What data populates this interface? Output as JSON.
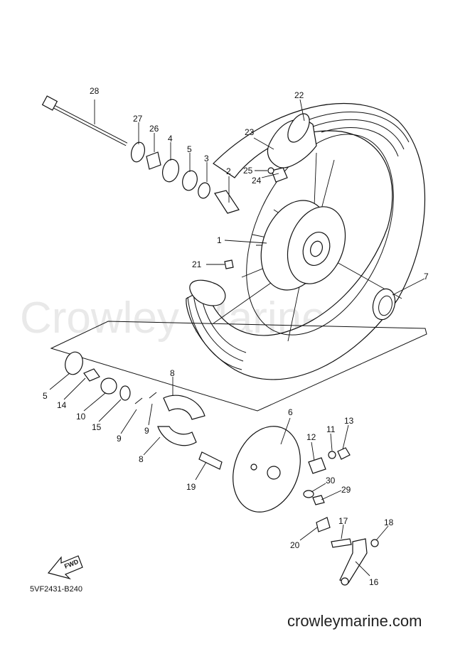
{
  "watermark": "Crowley Marine",
  "diagram_code": "5VF2431-B240",
  "site": "crowleymarine.com",
  "fwd_label": "FWD",
  "labels": [
    {
      "id": "28",
      "text": "28"
    },
    {
      "id": "27",
      "text": "27"
    },
    {
      "id": "26",
      "text": "26"
    },
    {
      "id": "4",
      "text": "4"
    },
    {
      "id": "5a",
      "text": "5"
    },
    {
      "id": "3",
      "text": "3"
    },
    {
      "id": "2",
      "text": "2"
    },
    {
      "id": "22",
      "text": "22"
    },
    {
      "id": "23",
      "text": "23"
    },
    {
      "id": "25",
      "text": "25"
    },
    {
      "id": "24",
      "text": "24"
    },
    {
      "id": "1",
      "text": "1"
    },
    {
      "id": "21",
      "text": "21"
    },
    {
      "id": "7",
      "text": "7"
    },
    {
      "id": "5b",
      "text": "5"
    },
    {
      "id": "14",
      "text": "14"
    },
    {
      "id": "10",
      "text": "10"
    },
    {
      "id": "15",
      "text": "15"
    },
    {
      "id": "9a",
      "text": "9"
    },
    {
      "id": "9b",
      "text": "9"
    },
    {
      "id": "8a",
      "text": "8"
    },
    {
      "id": "8b",
      "text": "8"
    },
    {
      "id": "6",
      "text": "6"
    },
    {
      "id": "12",
      "text": "12"
    },
    {
      "id": "11",
      "text": "11"
    },
    {
      "id": "13",
      "text": "13"
    },
    {
      "id": "19",
      "text": "19"
    },
    {
      "id": "30",
      "text": "30"
    },
    {
      "id": "29",
      "text": "29"
    },
    {
      "id": "17",
      "text": "17"
    },
    {
      "id": "18",
      "text": "18"
    },
    {
      "id": "20",
      "text": "20"
    },
    {
      "id": "16",
      "text": "16"
    }
  ]
}
